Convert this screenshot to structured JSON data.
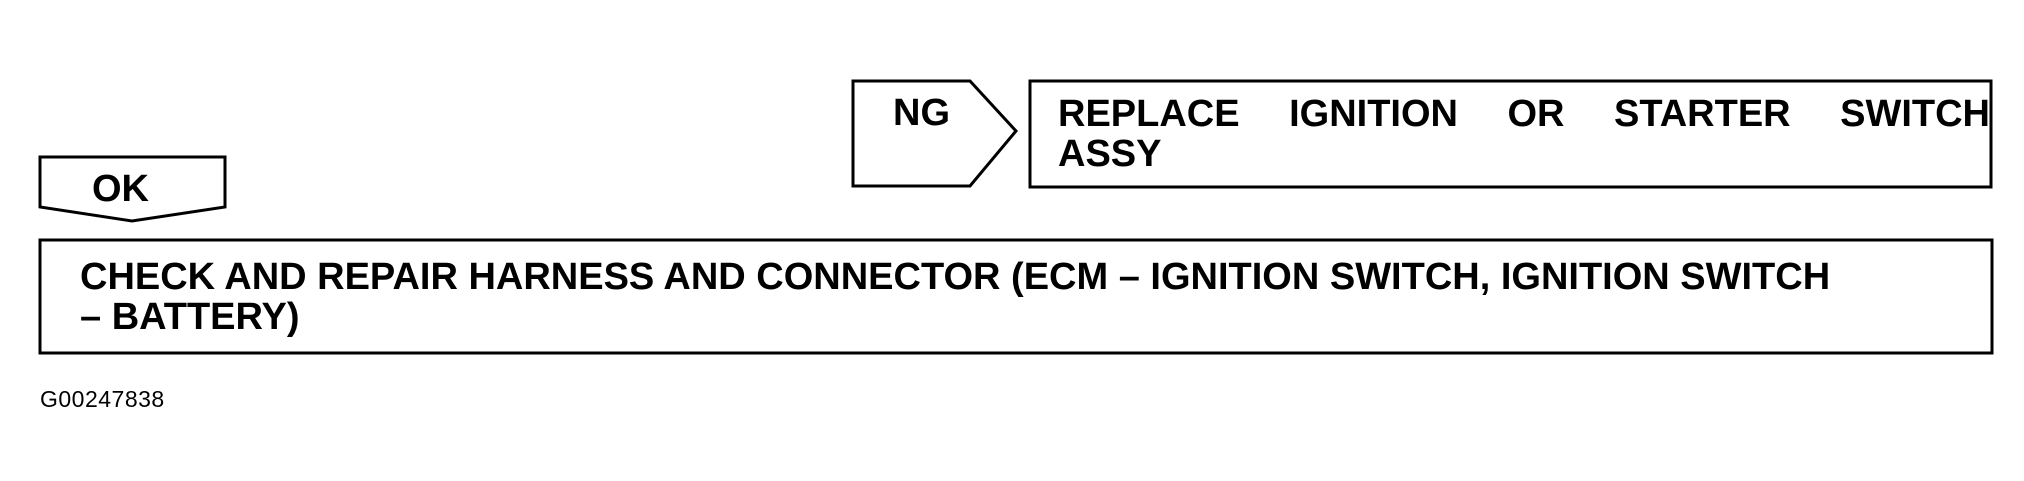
{
  "diagram": {
    "ng_result": {
      "label": "NG",
      "action_line1": "REPLACE IGNITION OR STARTER SWITCH",
      "action_line2": "ASSY"
    },
    "ok_result": {
      "label": "OK"
    },
    "next_step": {
      "line1": "CHECK AND REPAIR HARNESS AND CONNECTOR (ECM – IGNITION SWITCH, IGNITION SWITCH",
      "line2": "– BATTERY)"
    },
    "figure_id": "G00247838"
  },
  "colors": {
    "stroke": "#000000",
    "background": "#ffffff"
  }
}
